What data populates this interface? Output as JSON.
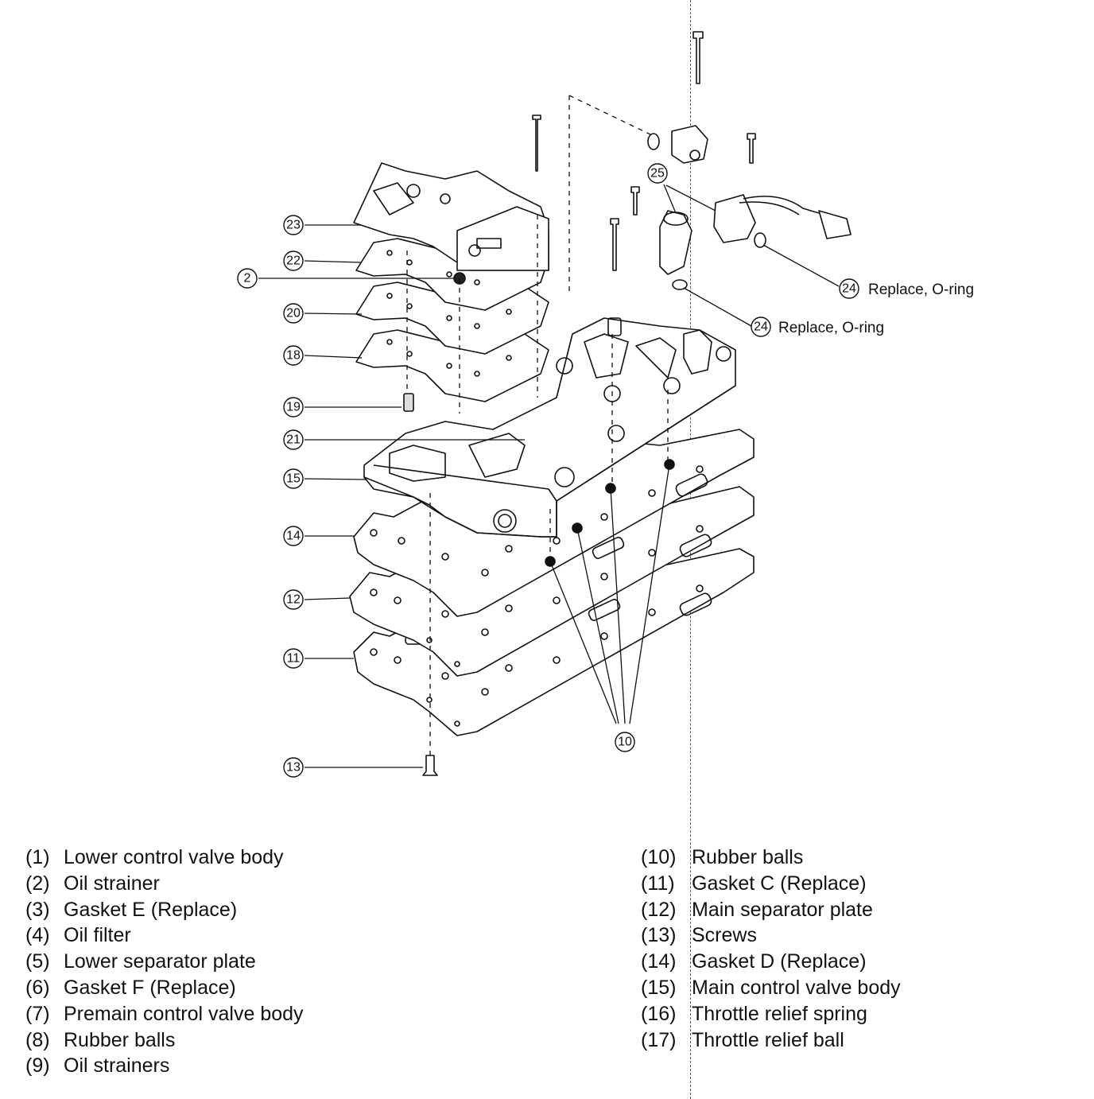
{
  "callouts": [
    {
      "id": "23"
    },
    {
      "id": "22"
    },
    {
      "id": "2"
    },
    {
      "id": "20"
    },
    {
      "id": "18"
    },
    {
      "id": "19"
    },
    {
      "id": "21"
    },
    {
      "id": "15"
    },
    {
      "id": "14"
    },
    {
      "id": "12"
    },
    {
      "id": "11"
    },
    {
      "id": "13"
    },
    {
      "id": "10"
    },
    {
      "id": "25"
    },
    {
      "id": "24"
    },
    {
      "id": "24"
    }
  ],
  "notes": {
    "oring_upper": "Replace, O-ring",
    "oring_lower": "Replace, O-ring"
  },
  "legend_left": [
    {
      "num": "(1)",
      "label": "Lower control valve body"
    },
    {
      "num": "(2)",
      "label": "Oil strainer"
    },
    {
      "num": "(3)",
      "label": "Gasket E (Replace)"
    },
    {
      "num": "(4)",
      "label": "Oil filter"
    },
    {
      "num": "(5)",
      "label": "Lower separator plate"
    },
    {
      "num": "(6)",
      "label": "Gasket F (Replace)"
    },
    {
      "num": "(7)",
      "label": "Premain control valve body"
    },
    {
      "num": "(8)",
      "label": "Rubber balls"
    },
    {
      "num": "(9)",
      "label": "Oil strainers"
    }
  ],
  "legend_right": [
    {
      "num": "(10)",
      "label": "Rubber balls"
    },
    {
      "num": "(11)",
      "label": "Gasket C (Replace)"
    },
    {
      "num": "(12)",
      "label": "Main separator plate"
    },
    {
      "num": "(13)",
      "label": "Screws"
    },
    {
      "num": "(14)",
      "label": "Gasket D (Replace)"
    },
    {
      "num": "(15)",
      "label": "Main control valve body"
    },
    {
      "num": "(16)",
      "label": "Throttle relief spring"
    },
    {
      "num": "(17)",
      "label": "Throttle relief ball"
    }
  ]
}
